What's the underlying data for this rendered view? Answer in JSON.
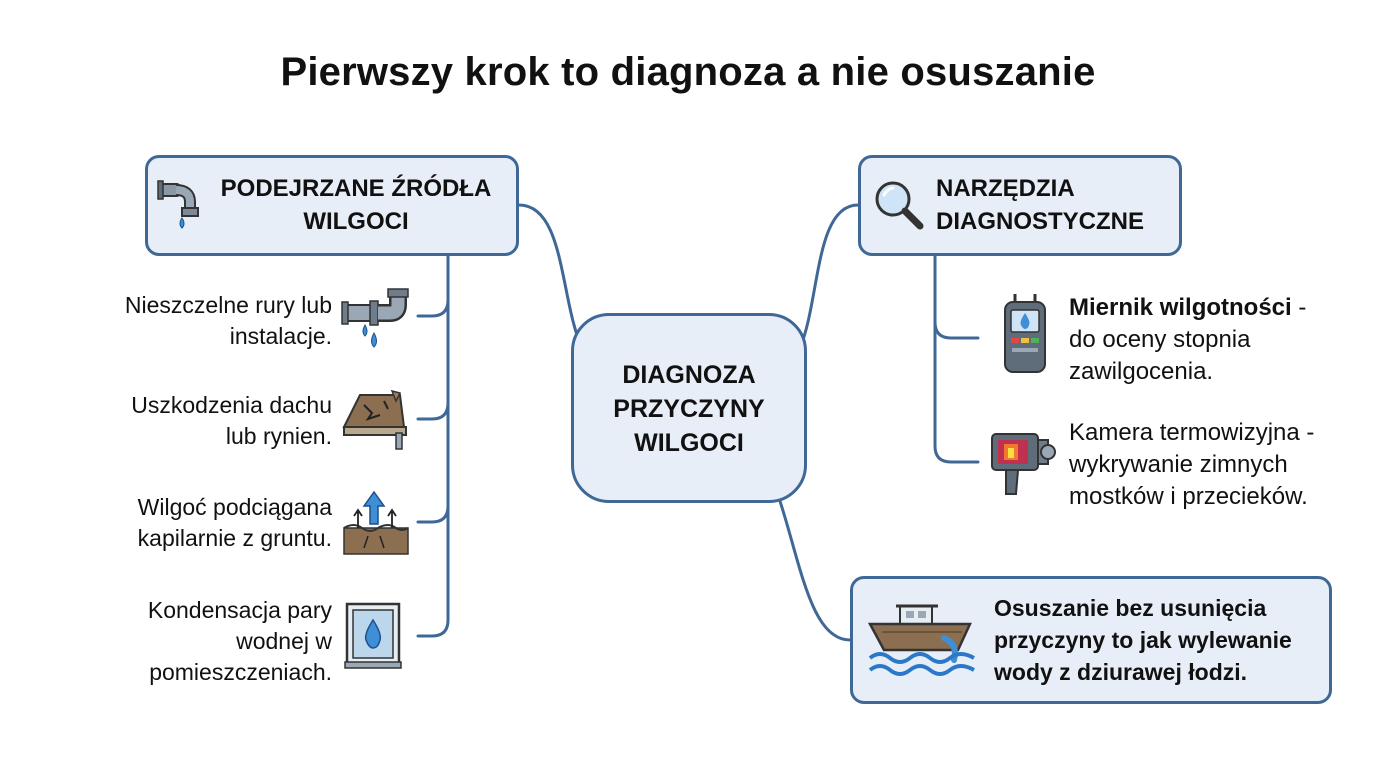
{
  "title": "Pierwszy krok to diagnoza a nie osuszanie",
  "center": {
    "line1": "DIAGNOZA",
    "line2": "PRZYCZYNY",
    "line3": "WILGOCI"
  },
  "sources": {
    "heading_line1": "PODEJRZANE ŹRÓDŁA",
    "heading_line2": "WILGOCI",
    "icon": "leaking-pipe-icon",
    "items": [
      {
        "line1": "Nieszczelne rury lub",
        "line2": "instalacje.",
        "icon": "leaking-pipe-icon"
      },
      {
        "line1": "Uszkodzenia dachu",
        "line2": "lub rynien.",
        "icon": "damaged-roof-icon"
      },
      {
        "line1": "Wilgoć podciągana",
        "line2": "kapilarnie z gruntu.",
        "icon": "rising-damp-icon"
      },
      {
        "line1": "Kondensacja pary",
        "line2": "wodnej w",
        "line3": "pomieszczeniach.",
        "icon": "condensation-window-icon"
      }
    ]
  },
  "tools": {
    "heading_line1": "NARZĘDZIA",
    "heading_line2": "DIAGNOSTYCZNE",
    "icon": "magnifier-icon",
    "items": [
      {
        "bold": "Miernik wilgotności",
        "suffix": " -",
        "line2": "do oceny stopnia",
        "line3": "zawilgocenia.",
        "icon": "moisture-meter-icon"
      },
      {
        "line1": "Kamera termowizyjna -",
        "line2": "wykrywanie zimnych",
        "line3": "mostków i przecieków.",
        "icon": "thermal-camera-icon"
      }
    ]
  },
  "warning": {
    "line1": "Osuszanie bez usunięcia",
    "line2": "przyczyny to jak wylewanie",
    "line3": "wody z dziurawej łodzi.",
    "icon": "leaking-boat-icon"
  },
  "colors": {
    "border": "#3f6896",
    "box_fill": "#e8eef7",
    "water": "#3f8fd6",
    "text": "#111111"
  }
}
